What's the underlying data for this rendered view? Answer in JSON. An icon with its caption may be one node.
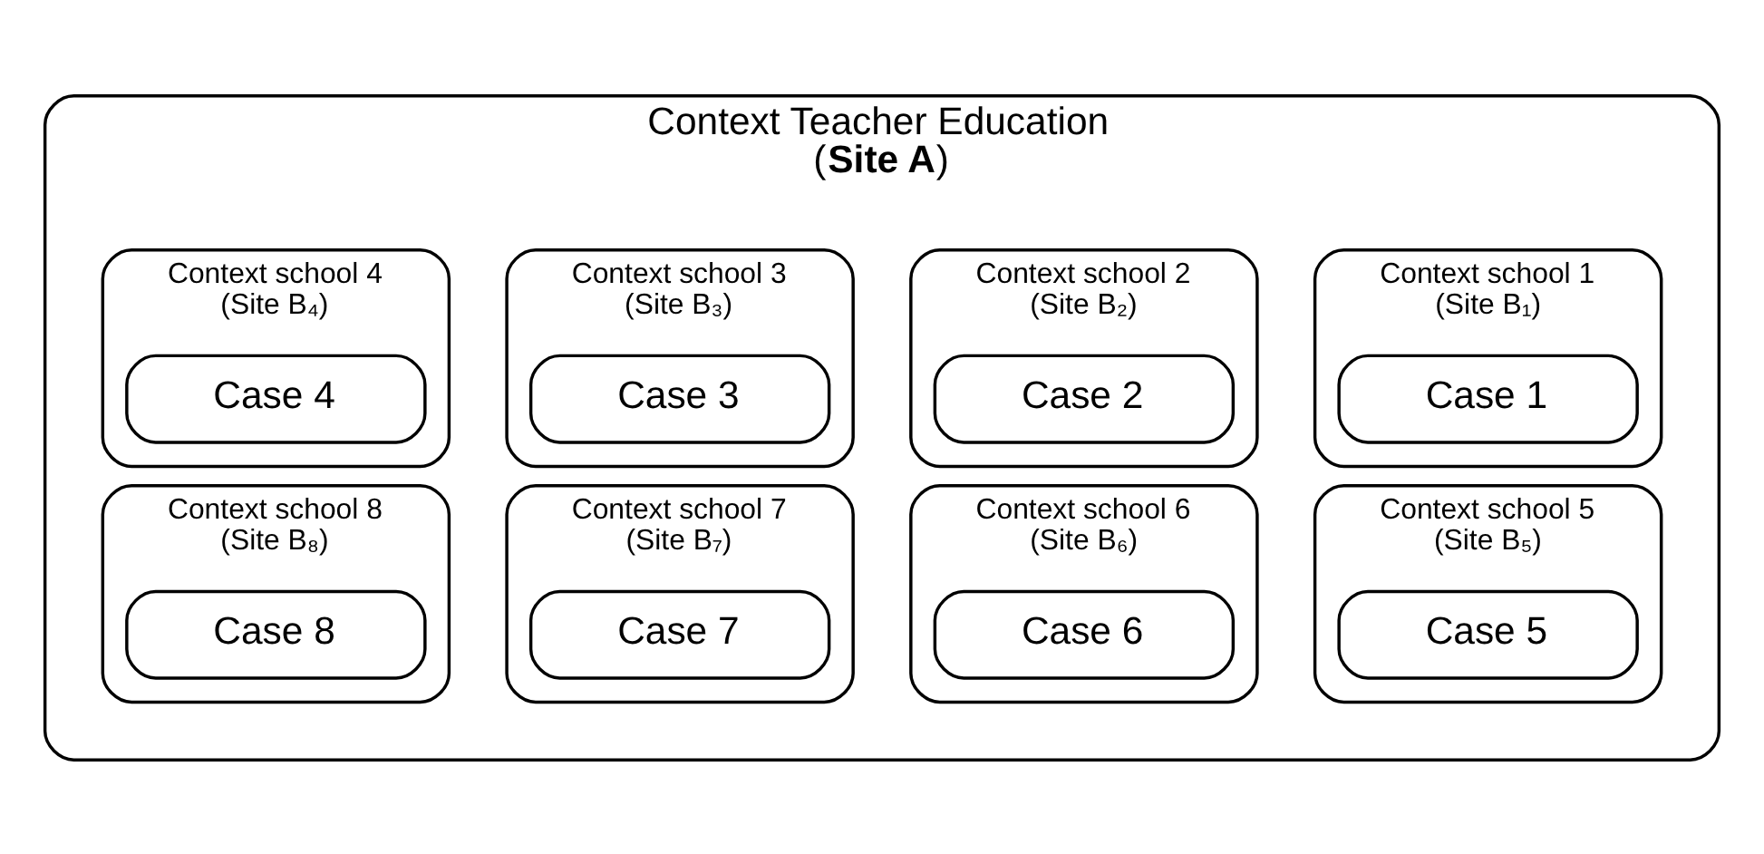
{
  "diagram": {
    "nodes": [
      {
        "text": [
          "Context Teacher Education",
          "(**Site A**)"
        ]
      },
      {
        "text": [
          "Context school 1",
          "(Site B₁)"
        ],
        "in": 0
      },
      {
        "text": [
          "Case 1"
        ],
        "in": 1
      },
      {
        "text": [
          "Context school 2",
          "(Site B₂)"
        ],
        "in": 0
      },
      {
        "text": [
          "Case 2"
        ],
        "in": 3
      },
      {
        "text": [
          "Context school 3",
          "(Site B₃)"
        ],
        "in": 0
      },
      {
        "text": [
          "Case 3"
        ],
        "in": 5
      },
      {
        "text": [
          "Context school 4",
          "(Site B₄)"
        ],
        "in": 0
      },
      {
        "text": [
          "Case 4"
        ],
        "in": 7
      },
      {
        "text": [
          "Context school 5",
          "(Site B₅)"
        ],
        "in": 0
      },
      {
        "text": [
          "Case 5"
        ],
        "in": 9
      },
      {
        "text": [
          "Context school 6",
          "(Site B₆)"
        ],
        "in": 0
      },
      {
        "text": [
          "Case 6"
        ],
        "in": 11
      },
      {
        "text": [
          "Context school 7",
          "(Site B₇)"
        ],
        "in": 0
      },
      {
        "text": [
          "Case 7"
        ],
        "in": 13
      },
      {
        "text": [
          "Context school 8",
          "(Site B₈)"
        ],
        "in": 0
      },
      {
        "text": [
          "Case 8"
        ],
        "in": 15
      }
    ],
    "edges": []
  }
}
